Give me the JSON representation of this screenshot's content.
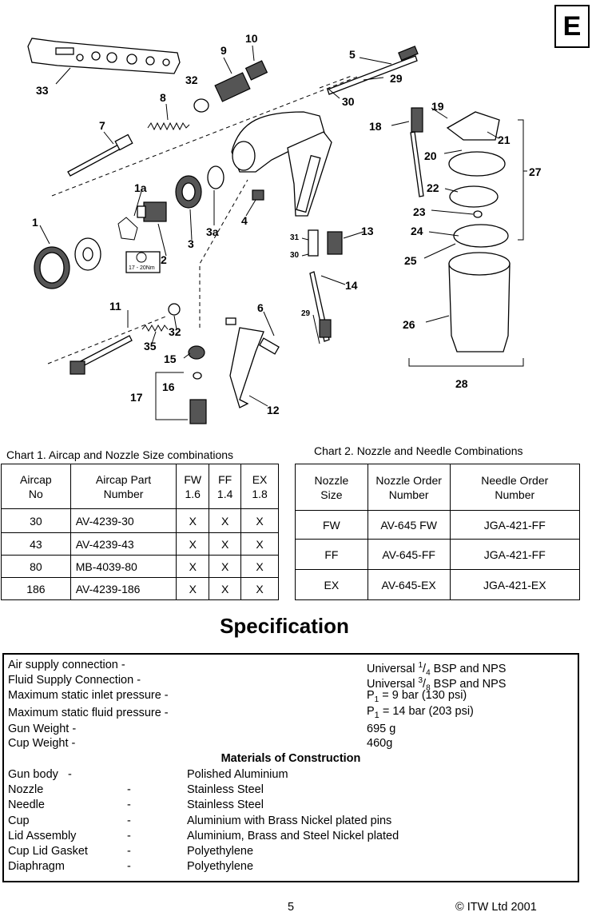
{
  "section_letter": "E",
  "diagram": {
    "labels": {
      "p33": "33",
      "p32a": "32",
      "p8": "8",
      "p7": "7",
      "p9": "9",
      "p10": "10",
      "p5": "5",
      "p29a": "29",
      "p30a": "30",
      "p19": "19",
      "p18": "18",
      "p21": "21",
      "p20": "20",
      "p27": "27",
      "p22": "22",
      "p23": "23",
      "p24": "24",
      "p25": "25",
      "p26": "26",
      "p28": "28",
      "p1a": "1a",
      "p1": "1",
      "p2": "2",
      "p3": "3",
      "p3a": "3a",
      "p4": "4",
      "p13": "13",
      "p31": "31",
      "p30b": "30",
      "p14": "14",
      "p29b": "29",
      "p11": "11",
      "p32b": "32",
      "p35": "35",
      "p15": "15",
      "p6": "6",
      "p16": "16",
      "p17": "17",
      "p12": "12"
    },
    "torque_text": "17 - 20Nm"
  },
  "chart1": {
    "caption": "Chart 1. Aircap and Nozzle Size combinations",
    "headers": [
      [
        "Aircap",
        "No"
      ],
      [
        "Aircap Part",
        "Number"
      ],
      [
        "FW",
        "1.6"
      ],
      [
        "FF",
        "1.4"
      ],
      [
        "EX",
        "1.8"
      ]
    ],
    "rows": [
      [
        "30",
        "AV-4239-30",
        "X",
        "X",
        "X"
      ],
      [
        "43",
        "AV-4239-43",
        "X",
        "X",
        "X"
      ],
      [
        "80",
        "MB-4039-80",
        "X",
        "X",
        "X"
      ],
      [
        "186",
        "AV-4239-186",
        "X",
        "X",
        "X"
      ]
    ]
  },
  "chart2": {
    "caption": "Chart 2. Nozzle and Needle Combinations",
    "headers": [
      [
        "Nozzle",
        "Size"
      ],
      [
        "Nozzle Order",
        "Number"
      ],
      [
        "Needle Order",
        "Number"
      ]
    ],
    "rows": [
      [
        "FW",
        "AV-645 FW",
        "JGA-421-FF"
      ],
      [
        "FF",
        "AV-645-FF",
        "JGA-421-FF"
      ],
      [
        "EX",
        "AV-645-EX",
        "JGA-421-EX"
      ]
    ]
  },
  "spec": {
    "title": "Specification",
    "air_supply": {
      "label": "Air supply connection -",
      "pre": "Universal ",
      "num": "1",
      "den": "4",
      "post": " BSP and NPS"
    },
    "fluid_supply": {
      "label": "Fluid Supply Connection -",
      "pre": "Universal ",
      "num": "3",
      "den": "8",
      "post": " BSP and NPS"
    },
    "inlet_pressure": {
      "label": "Maximum  static inlet pressure -",
      "p": "P",
      "sub": "1",
      "value": " = 9 bar (130 psi)"
    },
    "fluid_pressure": {
      "label": "Maximum  static fluid pressure -",
      "p": "P",
      "sub": "1",
      "value": " = 14 bar (203 psi)"
    },
    "gun_weight": {
      "label": "Gun Weight -",
      "value": "695 g"
    },
    "cup_weight": {
      "label": "Cup Weight -",
      "value": "460g"
    },
    "materials_title": "Materials of Construction",
    "materials": [
      {
        "part": "Gun body",
        "dash": "-",
        "material": "Polished Aluminium"
      },
      {
        "part": "Nozzle",
        "dash": "-",
        "material": "Stainless Steel"
      },
      {
        "part": "Needle",
        "dash": "-",
        "material": "Stainless Steel"
      },
      {
        "part": "Cup",
        "dash": "-",
        "material": "Aluminium with Brass Nickel plated pins"
      },
      {
        "part": "Lid Assembly",
        "dash": "-",
        "material": "Aluminium, Brass and Steel Nickel plated"
      },
      {
        "part": "Cup Lid Gasket",
        "dash": "-",
        "material": "Polyethylene"
      },
      {
        "part": "Diaphragm",
        "dash": "-",
        "material": "Polyethylene"
      }
    ]
  },
  "footer": {
    "page_number": "5",
    "copyright": "© ITW Ltd 2001"
  }
}
